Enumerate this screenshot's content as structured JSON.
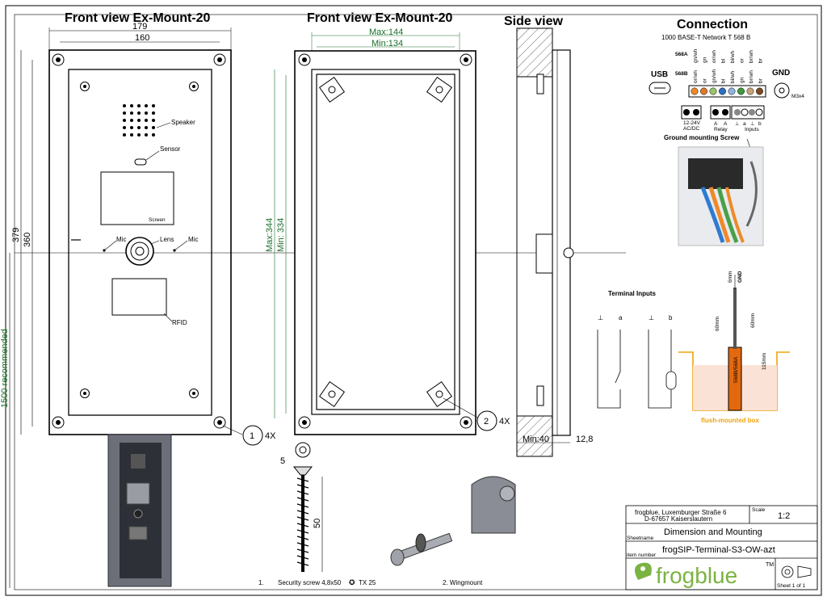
{
  "front_view": {
    "title": "Front view Ex-Mount-20",
    "dim_width_outer": "179",
    "dim_width_inner": "160",
    "dim_height_outer": "379",
    "dim_height_inner": "360",
    "label_speaker": "Speaker",
    "label_sensor": "Sensor",
    "label_screen": "Screen",
    "label_mic_left": "Mic",
    "label_lens": "Lens",
    "label_mic_right": "Mic",
    "label_rfid": "RFID",
    "recommended_height": "1500 recommended",
    "callout_number": "1",
    "callout_qty": "4X"
  },
  "frame_view": {
    "title": "Front view Ex-Mount-20",
    "dim_max_width": "Max:144",
    "dim_min_width": "Min:134",
    "dim_max_height": "Max:344",
    "dim_min_height": "Min: 334",
    "callout_number": "2",
    "callout_qty": "4X"
  },
  "side_view": {
    "title": "Side view",
    "dim_min_depth": "Min:40",
    "dim_depth": "12,8"
  },
  "screw": {
    "dim_head": "5",
    "dim_length": "50",
    "caption_number": "1.",
    "caption": "Security screw 4,8x50",
    "drive_type": "TX 25"
  },
  "wingmount": {
    "caption": "2. Wingmount"
  },
  "connection": {
    "title": "Connection",
    "subtitle": "1000 BASE-T Network T 568 B",
    "row_568a": "568A",
    "row_568b": "568B",
    "labels_568a": [
      "gn/wh",
      "gn",
      "or/wh",
      "bl",
      "bl/wh",
      "or",
      "br/wh",
      "br"
    ],
    "labels_568b": [
      "or/wh",
      "or",
      "gn/wh",
      "bl",
      "bl/wh",
      "gn",
      "br/wh",
      "br"
    ],
    "pin_colors": [
      "#ef8a2b",
      "#e0782a",
      "#9bc46b",
      "#2e6fc2",
      "#8fb3e0",
      "#3e9a3e",
      "#c9a27a",
      "#7a4a22"
    ],
    "usb_label": "USB",
    "gnd_label": "GND",
    "gnd_screw": "M3x4",
    "power_label": "12-24V AC/DC",
    "relay_label": "Relay",
    "relay_pins": [
      "A",
      "A"
    ],
    "inputs_label": "Inputs",
    "inputs_pins": [
      "⊥",
      "a",
      "⊥",
      "b"
    ],
    "ground_screw_title": "Ground mounting Screw"
  },
  "terminal_inputs": {
    "title": "Terminal Inputs",
    "pins_left": [
      "⊥",
      "a"
    ],
    "pins_right": [
      "⊥",
      "b"
    ]
  },
  "flush_box": {
    "dim_6mm": "6mm",
    "dim_gnd": "GND",
    "dim_60mm_left": "60mm",
    "dim_60mm_right": "60mm",
    "dim_115mm": "115mm",
    "cable_label": "568B/568A",
    "caption": "flush-mounted box",
    "accent_color": "#f0a30a"
  },
  "title_block": {
    "company": "frogblue, Luxemburger Straße 6",
    "address": "D-67657 Kaiserslautern",
    "scale_label": "Scale",
    "scale_value": "1:2",
    "sheetname_label": "Sheetname",
    "sheetname": "Dimension and Mounting",
    "item_label": "item number",
    "item_number": "frogSIP-Terminal-S3-OW-azt",
    "logo_text": "frogblue",
    "trademark": "TM",
    "sheet_info": "Sheet 1 of 1",
    "brand_color": "#7bb342"
  }
}
